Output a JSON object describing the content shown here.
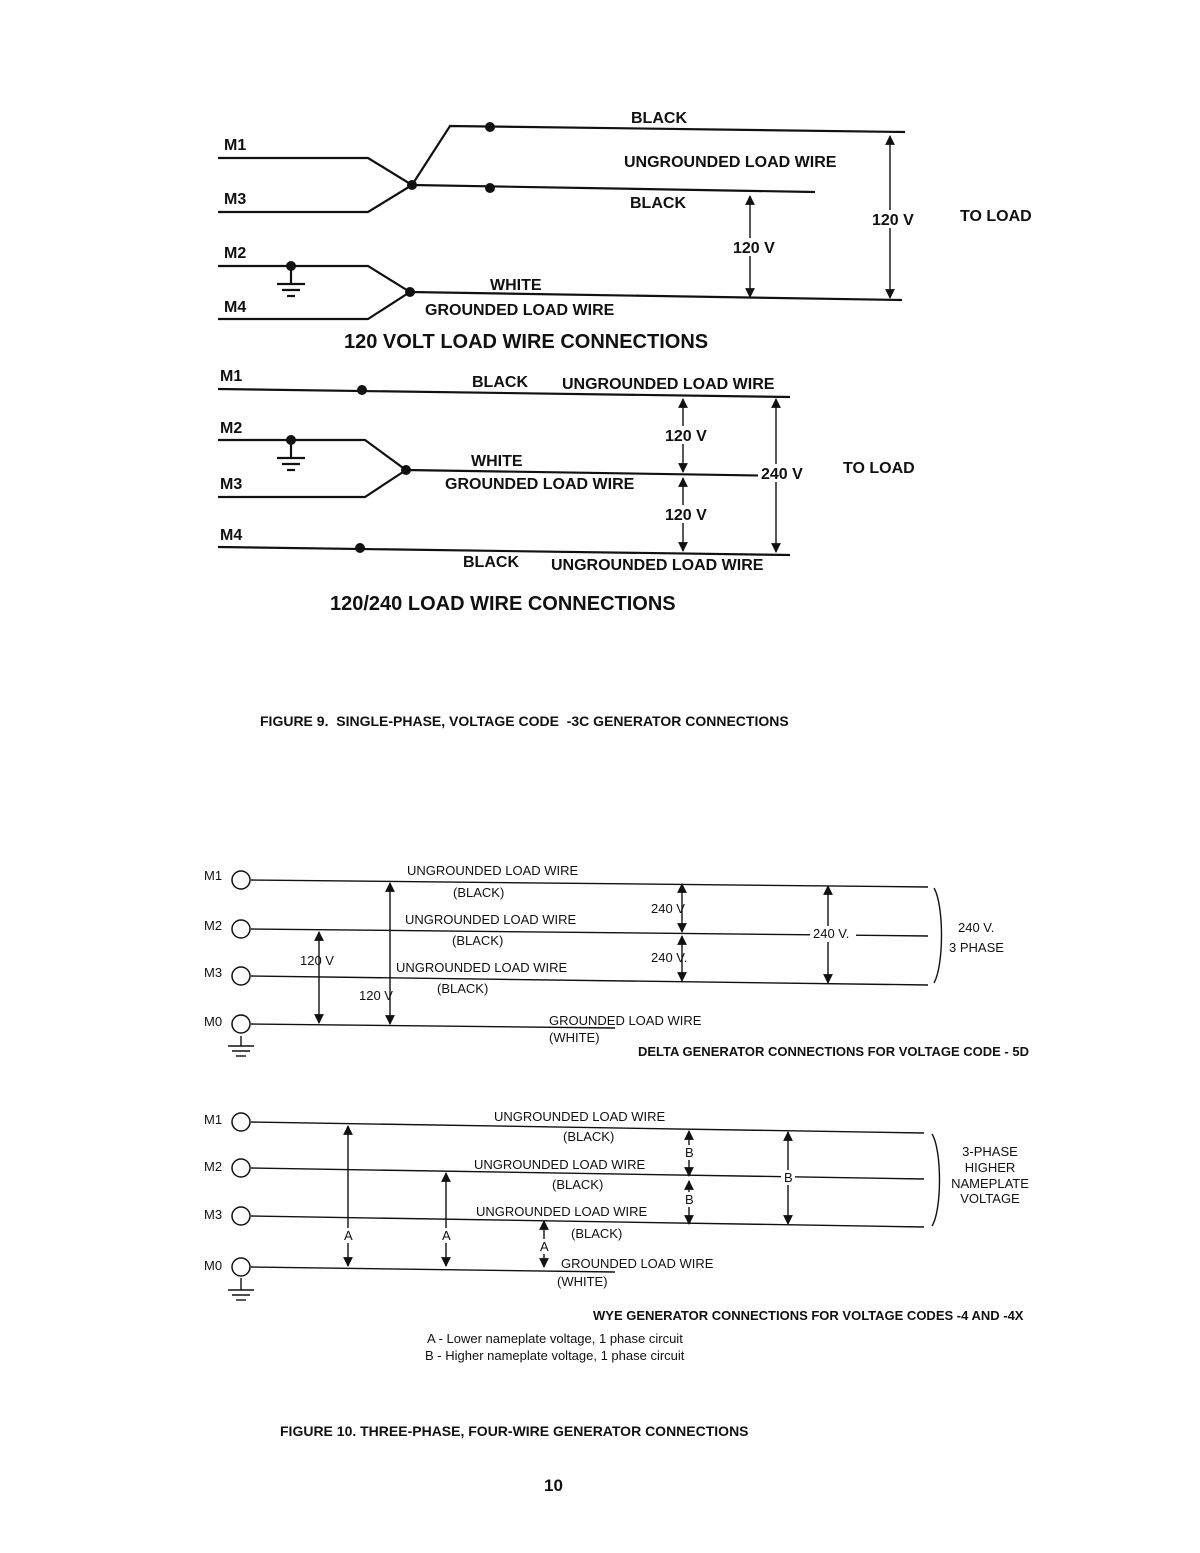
{
  "fig9": {
    "top": {
      "terminals": [
        "M1",
        "M3",
        "M2",
        "M4"
      ],
      "black1": "BLACK",
      "ungrounded": "UNGROUNDED LOAD WIRE",
      "black2": "BLACK",
      "white": "WHITE",
      "grounded": "GROUNDED LOAD WIRE",
      "v_inner": "120 V",
      "v_outer": "120 V",
      "to_load": "TO LOAD",
      "title": "120 VOLT LOAD WIRE CONNECTIONS"
    },
    "bottom": {
      "terminals": [
        "M1",
        "M2",
        "M3",
        "M4"
      ],
      "black_top": "BLACK",
      "ungrounded_top": "UNGROUNDED LOAD WIRE",
      "white": "WHITE",
      "grounded": "GROUNDED LOAD WIRE",
      "v_upper": "120 V",
      "v_lower": "120 V",
      "v_total": "240 V",
      "to_load": "TO LOAD",
      "black_bottom": "BLACK",
      "ungrounded_bottom": "UNGROUNDED LOAD WIRE",
      "title": "120/240 LOAD WIRE CONNECTIONS"
    },
    "caption": "FIGURE 9.  SINGLE-PHASE, VOLTAGE CODE  -3C GENERATOR CONNECTIONS"
  },
  "fig10": {
    "delta": {
      "terminals": [
        "M1",
        "M2",
        "M3",
        "M0"
      ],
      "ungrounded1": "UNGROUNDED LOAD WIRE",
      "black1": "(BLACK)",
      "ungrounded2": "UNGROUNDED LOAD WIRE",
      "black2": "(BLACK)",
      "ungrounded3": "UNGROUNDED LOAD WIRE",
      "black3": "(BLACK)",
      "grounded": "GROUNDED LOAD WIRE",
      "white": "(WHITE)",
      "v240a": "240 V",
      "v240b": "240 V.",
      "v240c": "240 V.",
      "v120a": "120 V",
      "v120b": "120 V",
      "bracket1": "240 V.",
      "bracket2": "3 PHASE",
      "title": "DELTA GENERATOR CONNECTIONS FOR VOLTAGE CODE - 5D"
    },
    "wye": {
      "terminals": [
        "M1",
        "M2",
        "M3",
        "M0"
      ],
      "ungrounded1": "UNGROUNDED LOAD WIRE",
      "black1": "(BLACK)",
      "ungrounded2": "UNGROUNDED LOAD WIRE",
      "black2": "(BLACK)",
      "ungrounded3": "UNGROUNDED LOAD WIRE",
      "black3": "(BLACK)",
      "grounded": "GROUNDED LOAD WIRE",
      "white": "(WHITE)",
      "a": "A",
      "b": "B",
      "bracket": [
        "3-PHASE",
        "HIGHER",
        "NAMEPLATE",
        "VOLTAGE"
      ],
      "title": "WYE GENERATOR CONNECTIONS FOR VOLTAGE CODES -4 AND -4X",
      "legend_a": "A - Lower nameplate voltage, 1 phase circuit",
      "legend_b": "B - Higher nameplate voltage, 1 phase circuit"
    },
    "caption": "FIGURE 10. THREE-PHASE, FOUR-WIRE GENERATOR CONNECTIONS"
  },
  "page_number": "10"
}
